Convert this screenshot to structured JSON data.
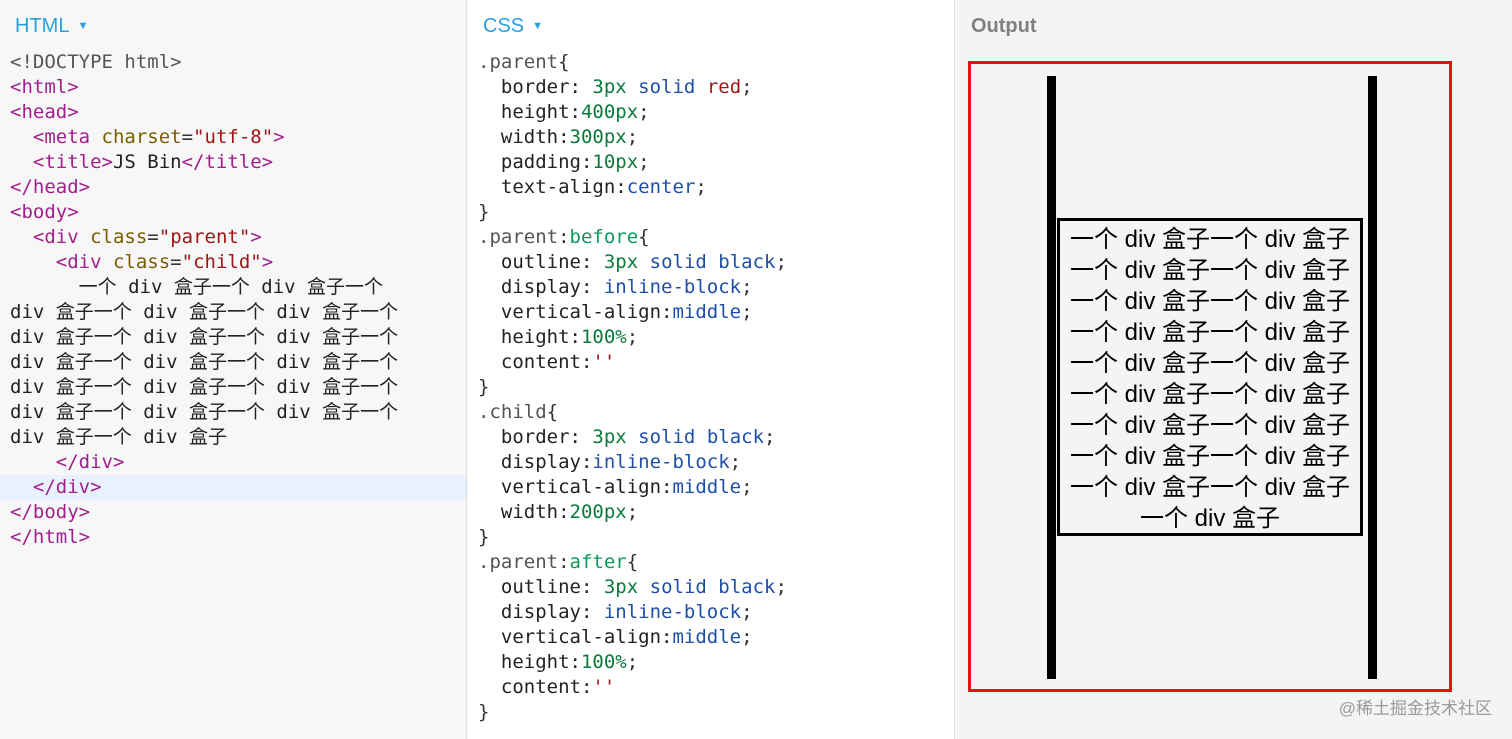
{
  "html_panel": {
    "title": "HTML",
    "lines": [
      {
        "tokens": [
          {
            "c": "doc",
            "t": "<!DOCTYPE html>"
          }
        ]
      },
      {
        "tokens": [
          {
            "c": "tag",
            "t": "<html>"
          }
        ]
      },
      {
        "tokens": [
          {
            "c": "tag",
            "t": "<head>"
          }
        ]
      },
      {
        "tokens": [
          {
            "c": "txt",
            "t": "  "
          },
          {
            "c": "tag",
            "t": "<meta "
          },
          {
            "c": "attr",
            "t": "charset"
          },
          {
            "c": "pun",
            "t": "="
          },
          {
            "c": "str",
            "t": "\"utf-8\""
          },
          {
            "c": "tag",
            "t": ">"
          }
        ]
      },
      {
        "tokens": [
          {
            "c": "txt",
            "t": "  "
          },
          {
            "c": "tag",
            "t": "<title>"
          },
          {
            "c": "txt",
            "t": "JS Bin"
          },
          {
            "c": "tag",
            "t": "</title>"
          }
        ]
      },
      {
        "tokens": [
          {
            "c": "tag",
            "t": "</head>"
          }
        ]
      },
      {
        "tokens": [
          {
            "c": "tag",
            "t": "<body>"
          }
        ]
      },
      {
        "tokens": [
          {
            "c": "txt",
            "t": "  "
          },
          {
            "c": "tag",
            "t": "<div "
          },
          {
            "c": "attr",
            "t": "class"
          },
          {
            "c": "pun",
            "t": "="
          },
          {
            "c": "str",
            "t": "\"parent\""
          },
          {
            "c": "tag",
            "t": ">"
          }
        ]
      },
      {
        "tokens": [
          {
            "c": "txt",
            "t": "    "
          },
          {
            "c": "tag",
            "t": "<div "
          },
          {
            "c": "attr",
            "t": "class"
          },
          {
            "c": "pun",
            "t": "="
          },
          {
            "c": "str",
            "t": "\"child\""
          },
          {
            "c": "tag",
            "t": ">"
          }
        ]
      },
      {
        "tokens": [
          {
            "c": "txt",
            "t": "      一个 div 盒子一个 div 盒子一个"
          }
        ]
      },
      {
        "tokens": [
          {
            "c": "txt",
            "t": "div 盒子一个 div 盒子一个 div 盒子一个"
          }
        ]
      },
      {
        "tokens": [
          {
            "c": "txt",
            "t": "div 盒子一个 div 盒子一个 div 盒子一个"
          }
        ]
      },
      {
        "tokens": [
          {
            "c": "txt",
            "t": "div 盒子一个 div 盒子一个 div 盒子一个"
          }
        ]
      },
      {
        "tokens": [
          {
            "c": "txt",
            "t": "div 盒子一个 div 盒子一个 div 盒子一个"
          }
        ]
      },
      {
        "tokens": [
          {
            "c": "txt",
            "t": "div 盒子一个 div 盒子一个 div 盒子一个"
          }
        ]
      },
      {
        "tokens": [
          {
            "c": "txt",
            "t": "div 盒子一个 div 盒子"
          }
        ]
      },
      {
        "tokens": [
          {
            "c": "txt",
            "t": "    "
          },
          {
            "c": "tag",
            "t": "</div>"
          }
        ]
      },
      {
        "active": true,
        "tokens": [
          {
            "c": "txt",
            "t": "  "
          },
          {
            "c": "tag",
            "t": "</div>"
          }
        ]
      },
      {
        "tokens": [
          {
            "c": "tag",
            "t": "</body>"
          }
        ]
      },
      {
        "tokens": [
          {
            "c": "tag",
            "t": "</html>"
          }
        ]
      }
    ]
  },
  "css_panel": {
    "title": "CSS",
    "lines": [
      {
        "tokens": [
          {
            "c": "sel",
            "t": ".parent"
          },
          {
            "c": "pun",
            "t": "{"
          }
        ]
      },
      {
        "tokens": [
          {
            "c": "prop",
            "t": "  border: "
          },
          {
            "c": "num",
            "t": "3px"
          },
          {
            "c": "pun",
            "t": " "
          },
          {
            "c": "kw",
            "t": "solid"
          },
          {
            "c": "pun",
            "t": " "
          },
          {
            "c": "kwred",
            "t": "red"
          },
          {
            "c": "pun",
            "t": ";"
          }
        ]
      },
      {
        "tokens": [
          {
            "c": "prop",
            "t": "  height:"
          },
          {
            "c": "num",
            "t": "400px"
          },
          {
            "c": "pun",
            "t": ";"
          }
        ]
      },
      {
        "tokens": [
          {
            "c": "prop",
            "t": "  width:"
          },
          {
            "c": "num",
            "t": "300px"
          },
          {
            "c": "pun",
            "t": ";"
          }
        ]
      },
      {
        "tokens": [
          {
            "c": "prop",
            "t": "  padding:"
          },
          {
            "c": "num",
            "t": "10px"
          },
          {
            "c": "pun",
            "t": ";"
          }
        ]
      },
      {
        "tokens": [
          {
            "c": "prop",
            "t": "  text-align:"
          },
          {
            "c": "kw",
            "t": "center"
          },
          {
            "c": "pun",
            "t": ";"
          }
        ]
      },
      {
        "tokens": [
          {
            "c": "pun",
            "t": "}"
          }
        ]
      },
      {
        "tokens": [
          {
            "c": "sel",
            "t": ".parent"
          },
          {
            "c": "pun",
            "t": ":"
          },
          {
            "c": "pseudo",
            "t": "before"
          },
          {
            "c": "pun",
            "t": "{"
          }
        ]
      },
      {
        "tokens": [
          {
            "c": "prop",
            "t": "  outline: "
          },
          {
            "c": "num",
            "t": "3px"
          },
          {
            "c": "pun",
            "t": " "
          },
          {
            "c": "kw",
            "t": "solid"
          },
          {
            "c": "pun",
            "t": " "
          },
          {
            "c": "kw",
            "t": "black"
          },
          {
            "c": "pun",
            "t": ";"
          }
        ]
      },
      {
        "tokens": [
          {
            "c": "prop",
            "t": "  display: "
          },
          {
            "c": "kw",
            "t": "inline-block"
          },
          {
            "c": "pun",
            "t": ";"
          }
        ]
      },
      {
        "tokens": [
          {
            "c": "prop",
            "t": "  vertical-align:"
          },
          {
            "c": "kw",
            "t": "middle"
          },
          {
            "c": "pun",
            "t": ";"
          }
        ]
      },
      {
        "tokens": [
          {
            "c": "prop",
            "t": "  height:"
          },
          {
            "c": "num",
            "t": "100%"
          },
          {
            "c": "pun",
            "t": ";"
          }
        ]
      },
      {
        "tokens": [
          {
            "c": "prop",
            "t": "  content:"
          },
          {
            "c": "str",
            "t": "''"
          }
        ]
      },
      {
        "tokens": [
          {
            "c": "pun",
            "t": "}"
          }
        ]
      },
      {
        "tokens": [
          {
            "c": "sel",
            "t": ".child"
          },
          {
            "c": "pun",
            "t": "{"
          }
        ]
      },
      {
        "tokens": [
          {
            "c": "prop",
            "t": "  border: "
          },
          {
            "c": "num",
            "t": "3px"
          },
          {
            "c": "pun",
            "t": " "
          },
          {
            "c": "kw",
            "t": "solid"
          },
          {
            "c": "pun",
            "t": " "
          },
          {
            "c": "kw",
            "t": "black"
          },
          {
            "c": "pun",
            "t": ";"
          }
        ]
      },
      {
        "tokens": [
          {
            "c": "prop",
            "t": "  display:"
          },
          {
            "c": "kw",
            "t": "inline-block"
          },
          {
            "c": "pun",
            "t": ";"
          }
        ]
      },
      {
        "tokens": [
          {
            "c": "prop",
            "t": "  vertical-align:"
          },
          {
            "c": "kw",
            "t": "middle"
          },
          {
            "c": "pun",
            "t": ";"
          }
        ]
      },
      {
        "tokens": [
          {
            "c": "prop",
            "t": "  width:"
          },
          {
            "c": "num",
            "t": "200px"
          },
          {
            "c": "pun",
            "t": ";"
          }
        ]
      },
      {
        "tokens": [
          {
            "c": "pun",
            "t": "}"
          }
        ]
      },
      {
        "tokens": [
          {
            "c": "sel",
            "t": ".parent"
          },
          {
            "c": "pun",
            "t": ":"
          },
          {
            "c": "pseudo",
            "t": "after"
          },
          {
            "c": "pun",
            "t": "{"
          }
        ]
      },
      {
        "tokens": [
          {
            "c": "prop",
            "t": "  outline: "
          },
          {
            "c": "num",
            "t": "3px"
          },
          {
            "c": "pun",
            "t": " "
          },
          {
            "c": "kw",
            "t": "solid"
          },
          {
            "c": "pun",
            "t": " "
          },
          {
            "c": "kw",
            "t": "black"
          },
          {
            "c": "pun",
            "t": ";"
          }
        ]
      },
      {
        "tokens": [
          {
            "c": "prop",
            "t": "  display: "
          },
          {
            "c": "kw",
            "t": "inline-block"
          },
          {
            "c": "pun",
            "t": ";"
          }
        ]
      },
      {
        "tokens": [
          {
            "c": "prop",
            "t": "  vertical-align:"
          },
          {
            "c": "kw",
            "t": "middle"
          },
          {
            "c": "pun",
            "t": ";"
          }
        ]
      },
      {
        "tokens": [
          {
            "c": "prop",
            "t": "  height:"
          },
          {
            "c": "num",
            "t": "100%"
          },
          {
            "c": "pun",
            "t": ";"
          }
        ]
      },
      {
        "tokens": [
          {
            "c": "prop",
            "t": "  content:"
          },
          {
            "c": "str",
            "t": "''"
          }
        ]
      },
      {
        "tokens": [
          {
            "c": "pun",
            "t": "}"
          }
        ]
      }
    ]
  },
  "output_panel": {
    "title": "Output",
    "child_lines": [
      "一个 div 盒子一个 div 盒子",
      "一个 div 盒子一个 div 盒子",
      "一个 div 盒子一个 div 盒子",
      "一个 div 盒子一个 div 盒子",
      "一个 div 盒子一个 div 盒子",
      "一个 div 盒子一个 div 盒子",
      "一个 div 盒子一个 div 盒子",
      "一个 div 盒子一个 div 盒子",
      "一个 div 盒子一个 div 盒子",
      "一个 div 盒子"
    ],
    "parent_border_color": "#e4120f",
    "pseudo_outline_color": "#000000"
  },
  "watermark": "@稀土掘金技术社区"
}
